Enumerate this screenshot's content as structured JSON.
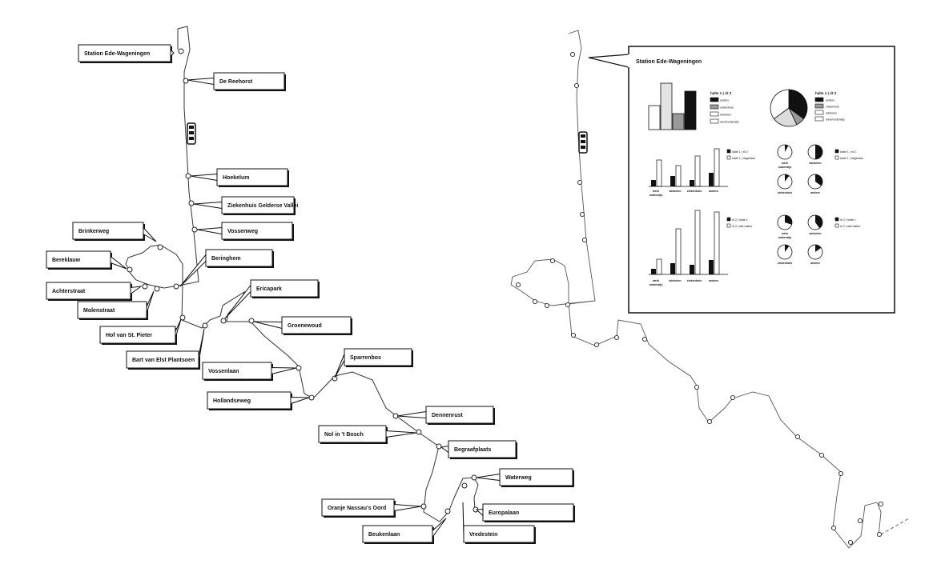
{
  "left_map": {
    "stops": [
      {
        "name": "Station Ede-Wageningen"
      },
      {
        "name": "De Reehorst"
      },
      {
        "name": "Hoekelum"
      },
      {
        "name": "Ziekenhuis Gelderse Vallei"
      },
      {
        "name": "Vossenweg"
      },
      {
        "name": "Brinkerweg"
      },
      {
        "name": "Bereklauw"
      },
      {
        "name": "Beringhem"
      },
      {
        "name": "Achterstraat"
      },
      {
        "name": "Molenstraat"
      },
      {
        "name": "Hof van St. Pieter"
      },
      {
        "name": "Bart van Elst Plantsoen"
      },
      {
        "name": "Ericapark"
      },
      {
        "name": "Groenewoud"
      },
      {
        "name": "Vossenlaan"
      },
      {
        "name": "Sparrenbos"
      },
      {
        "name": "Hollandseweg"
      },
      {
        "name": "Dennenrust"
      },
      {
        "name": "Nol in 't Bosch"
      },
      {
        "name": "Begraafplaats"
      },
      {
        "name": "Waterweg"
      },
      {
        "name": "Oranje Nassau's Oord"
      },
      {
        "name": "Europalaan"
      },
      {
        "name": "Beukenlaan"
      },
      {
        "name": "Vredestein"
      }
    ]
  },
  "info_panel": {
    "title": "Station Ede-Wageningen",
    "top_bar_legend": {
      "title": "halte 1 | rit 2",
      "items": [
        "anders",
        "ziekenhuis",
        "winkelen",
        "werk/onderwijs"
      ]
    },
    "top_bar_values": [
      {
        "label": "werk/onderwijs",
        "value": 30,
        "color": "#ffffff"
      },
      {
        "label": "winkelen",
        "value": 58,
        "color": "#e3e3e3"
      },
      {
        "label": "ziekenhuis",
        "value": 20,
        "color": "#9a9a9a"
      },
      {
        "label": "anders",
        "value": 48,
        "color": "#111111"
      }
    ],
    "top_pie_legend": {
      "title": "halte 1 | rit 2",
      "items": [
        "anders",
        "ziekenhuis",
        "winkelen",
        "werk/onderwijs"
      ]
    },
    "top_pie_values": [
      {
        "label": "anders",
        "value": 35,
        "color": "#111111"
      },
      {
        "label": "ziekenhuis",
        "value": 8,
        "color": "#9a9a9a"
      },
      {
        "label": "winkelen",
        "value": 22,
        "color": "#dcdcdc"
      },
      {
        "label": "werk/onderwijs",
        "value": 35,
        "color": "#ffffff"
      }
    ],
    "mid_bar_legend": [
      "halte 1 | rit 2",
      "halte 1 | dagtotaal"
    ],
    "mid_bars": [
      {
        "cat": "werk onderwijs",
        "a": 8,
        "b": 33
      },
      {
        "cat": "winkelen",
        "a": 13,
        "b": 26
      },
      {
        "cat": "ziekenhuis",
        "a": 8,
        "b": 38
      },
      {
        "cat": "anders",
        "a": 17,
        "b": 47
      }
    ],
    "mid_pie_legend": [
      "halte 1 | rit 2",
      "halte 1 | dagtotaal"
    ],
    "mid_pies": [
      {
        "label": "werk onderwijs",
        "frac": 0.08
      },
      {
        "label": "winkelen",
        "frac": 0.5
      },
      {
        "label": "ziekenhuis",
        "frac": 0.1
      },
      {
        "label": "anders",
        "frac": 0.35
      }
    ],
    "bottom_bar_legend": [
      "rit 2 | halte 1",
      "rit 2 | alle haltes"
    ],
    "bottom_bars": [
      {
        "cat": "werk onderwijs",
        "a": 7,
        "b": 19
      },
      {
        "cat": "winkelen",
        "a": 14,
        "b": 57
      },
      {
        "cat": "ziekenhuis",
        "a": 12,
        "b": 80
      },
      {
        "cat": "anders",
        "a": 18,
        "b": 78
      }
    ],
    "bottom_pie_legend": [
      "rit 2 | halte 1",
      "rit 2 | alle haltes"
    ],
    "bottom_pies": [
      {
        "label": "werk onderwijs",
        "frac": 0.3
      },
      {
        "label": "winkelen",
        "frac": 0.4
      },
      {
        "label": "ziekenhuis",
        "frac": 0.1
      },
      {
        "label": "anders",
        "frac": 0.15
      }
    ]
  }
}
